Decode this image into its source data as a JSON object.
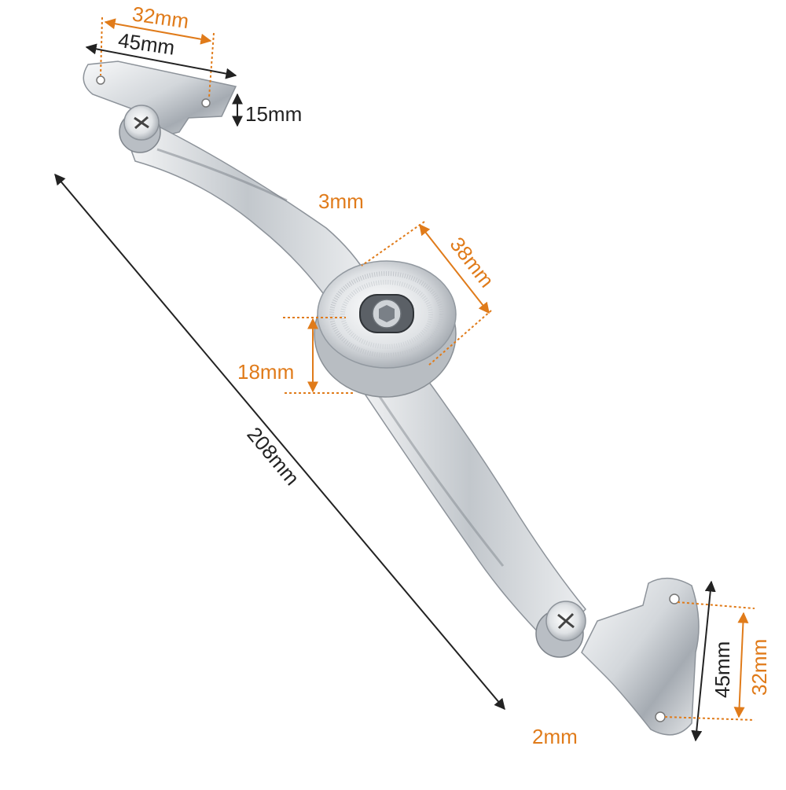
{
  "dimensions": {
    "top_bracket_hole_spacing": "32mm",
    "top_bracket_width": "45mm",
    "top_bracket_height": "15mm",
    "arm_thickness": "3mm",
    "hub_diameter": "38mm",
    "hub_height": "18mm",
    "overall_length": "208mm",
    "bottom_plate_thickness": "2mm",
    "bottom_bracket_width": "45mm",
    "bottom_bracket_hole_spacing": "32mm"
  },
  "colors": {
    "orange": "#e07b1a",
    "black": "#222222",
    "metal_light": "#eef0f2",
    "metal_mid": "#c9cdd2",
    "metal_dark": "#8d939a"
  }
}
